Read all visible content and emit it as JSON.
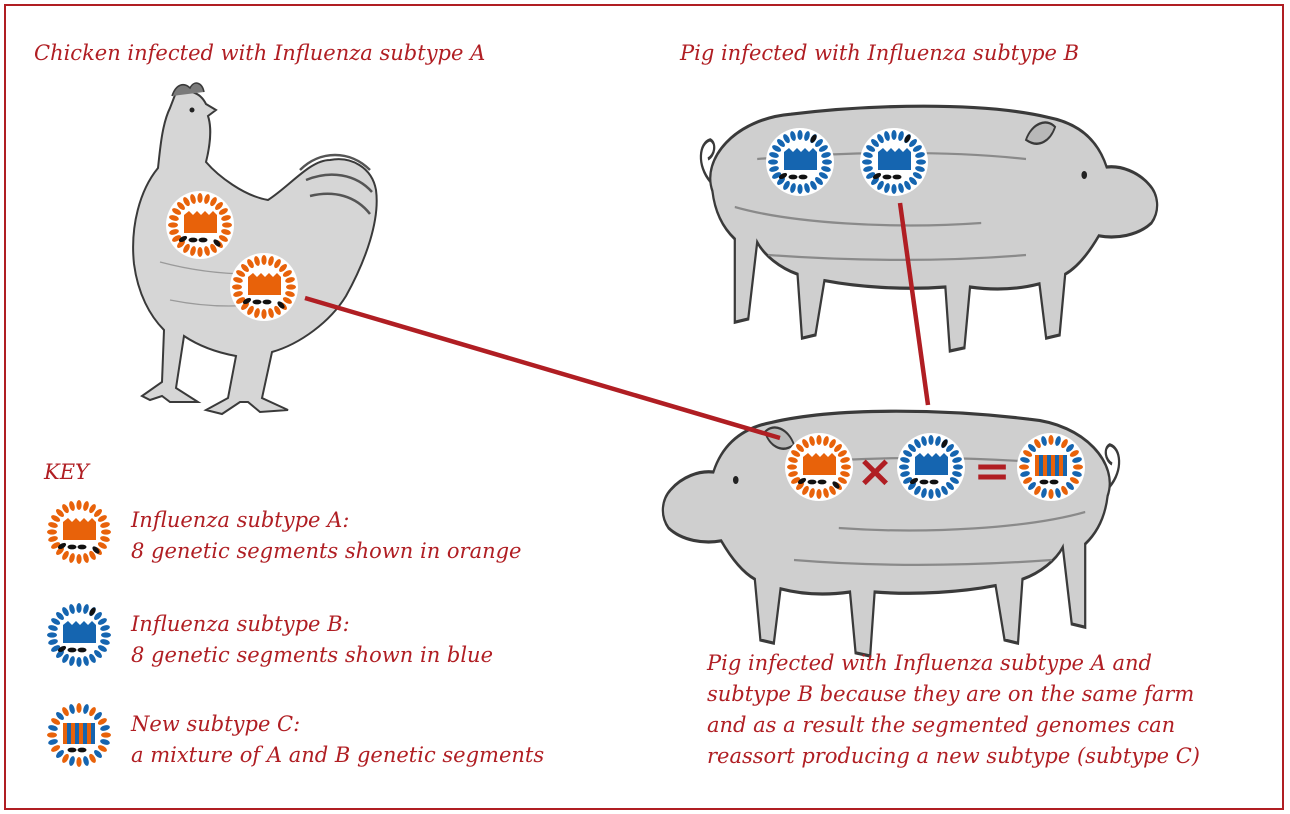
{
  "colors": {
    "accent": "#b01e23",
    "subtype_a": "#e8620a",
    "subtype_b": "#1565b0",
    "segment_dot": "#111111"
  },
  "labels": {
    "chicken_caption": "Chicken infected with Influenza subtype A",
    "pig_b_caption": "Pig infected with Influenza subtype B",
    "mixed_pig_caption_lines": [
      "Pig infected with Influenza subtype A and",
      "subtype B because they are on the same farm",
      "and as a result the segmented genomes can",
      "reassort producing a new subtype (subtype C)"
    ]
  },
  "key": {
    "title": "KEY",
    "entries": [
      {
        "virus": "subtype-a",
        "title": "Influenza subtype A:",
        "desc": "8 genetic segments shown in orange"
      },
      {
        "virus": "subtype-b",
        "title": "Influenza subtype B:",
        "desc": "8 genetic segments shown in blue"
      },
      {
        "virus": "subtype-c",
        "title": "New subtype C:",
        "desc": "a mixture of A and B genetic segments"
      }
    ]
  },
  "equation": {
    "operator_times": "×",
    "operator_equals": "="
  }
}
